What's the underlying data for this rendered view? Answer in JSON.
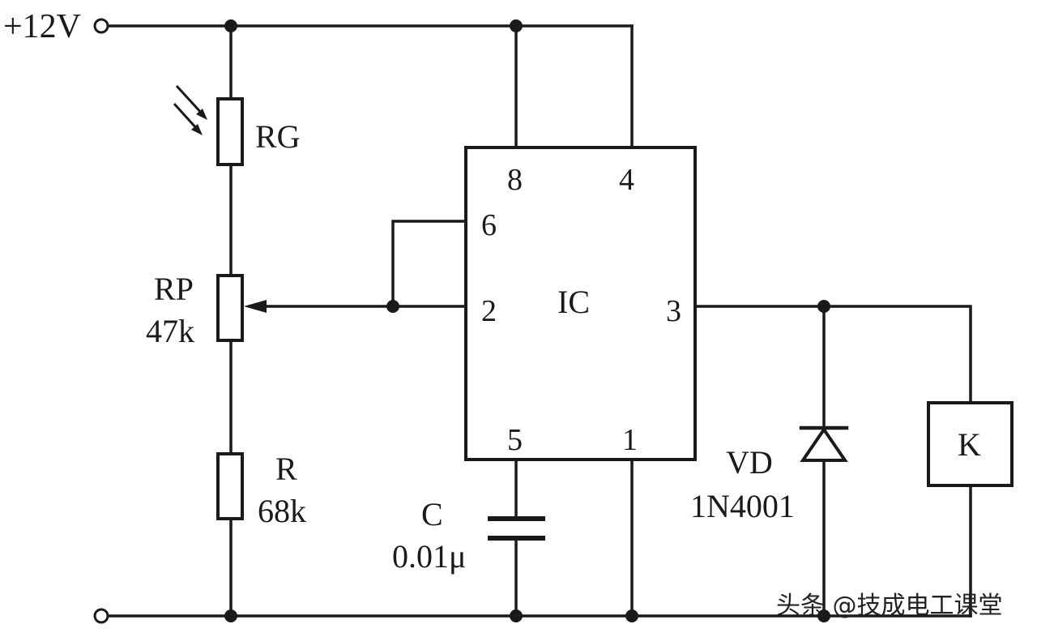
{
  "supply": {
    "label": "+12V"
  },
  "photoresistor": {
    "name": "RG"
  },
  "potentiometer": {
    "name": "RP",
    "value": "47k"
  },
  "resistor": {
    "name": "R",
    "value": "68k"
  },
  "capacitor": {
    "name": "C",
    "value": "0.01μ"
  },
  "ic": {
    "name": "IC",
    "pins": {
      "p8": "8",
      "p4": "4",
      "p6": "6",
      "p2": "2",
      "p3": "3",
      "p5": "5",
      "p1": "1"
    }
  },
  "diode": {
    "name": "VD",
    "part": "1N4001"
  },
  "relay": {
    "name": "K"
  },
  "watermark": {
    "text": "头条 @技成电工课堂"
  }
}
